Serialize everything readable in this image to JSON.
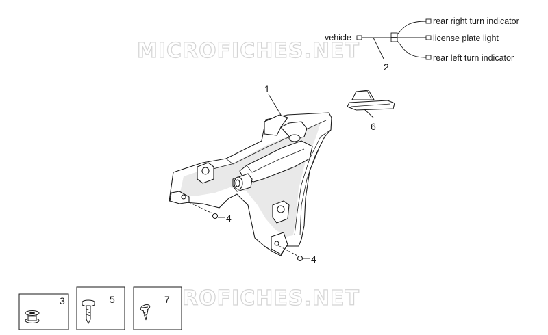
{
  "watermark": "MICROFICHES.NET",
  "wiring": {
    "source": "vehicle",
    "outputs": [
      "rear right turn indicator",
      "license plate light",
      "rear left turn indicator"
    ]
  },
  "callouts": {
    "housing": "1",
    "wiring": "2",
    "grommet": "3",
    "nut_a": "4",
    "nut_b": "4",
    "screw_box": "5",
    "clip": "6",
    "tapping_screw": "7"
  }
}
